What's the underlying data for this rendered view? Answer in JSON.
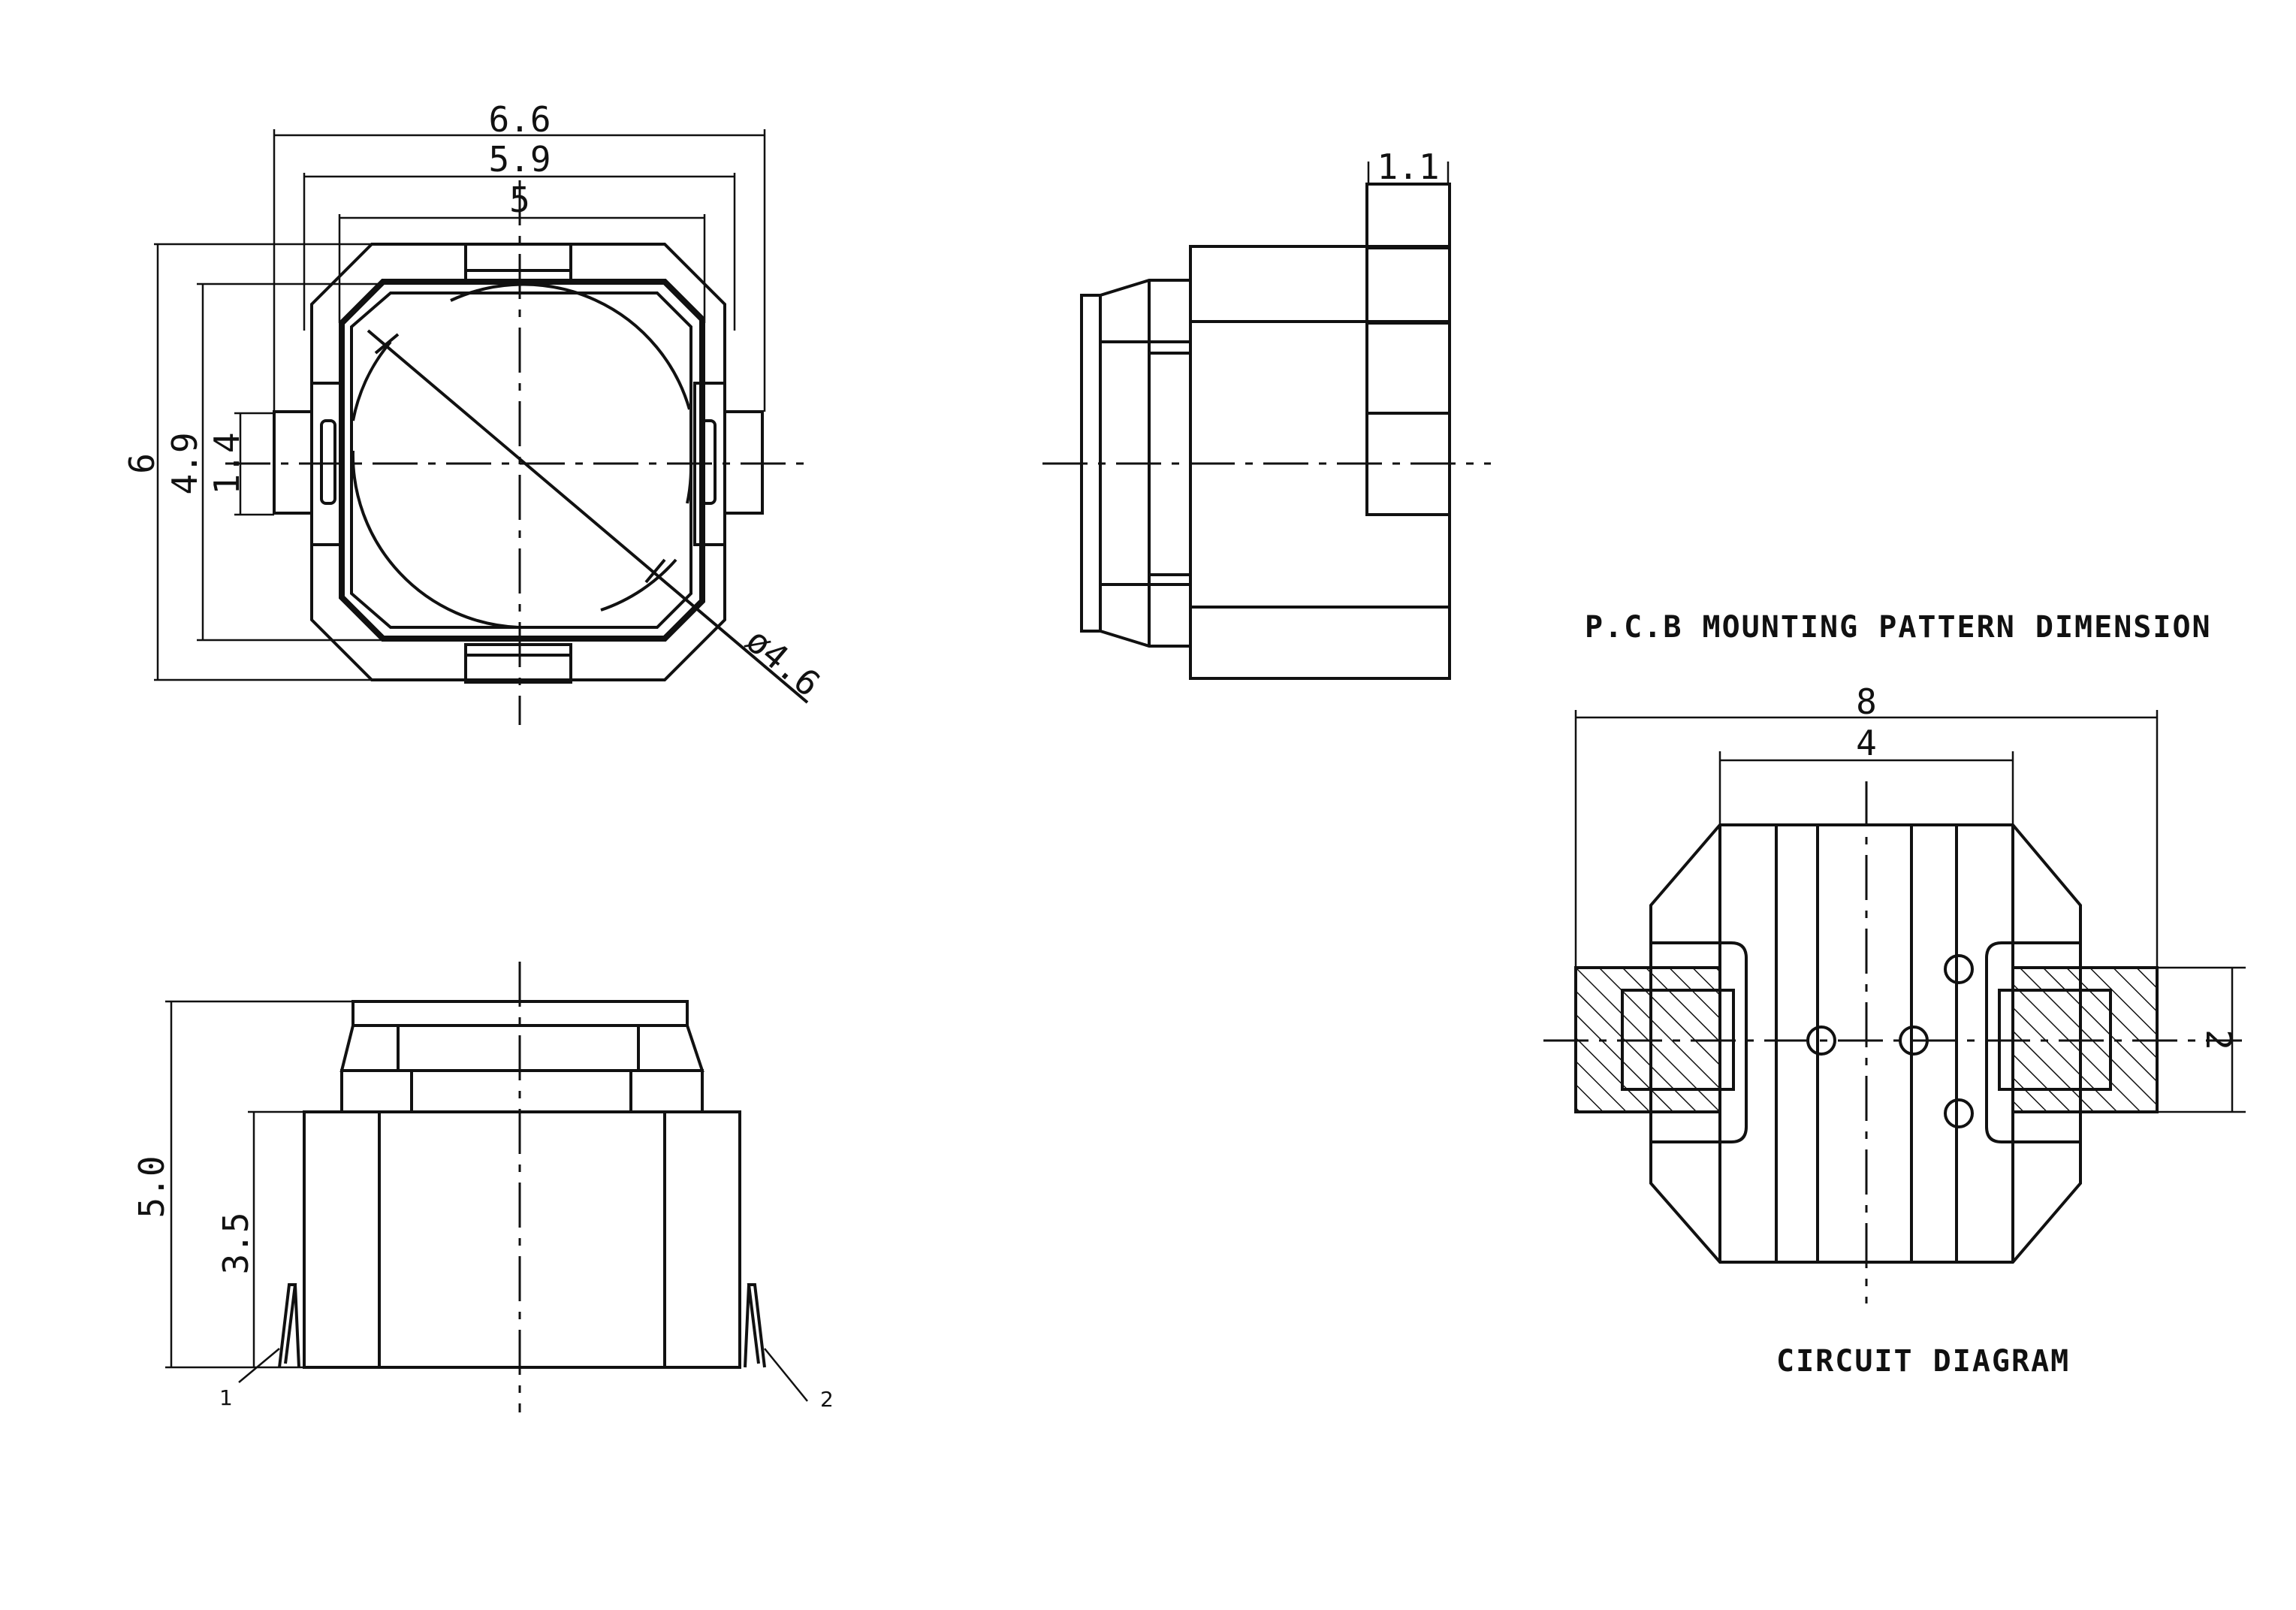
{
  "top_view": {
    "dim_overall_width": "6.6",
    "dim_body_width": "5.9",
    "dim_cap_width": "5",
    "dim_overall_height": "6",
    "dim_body_height": "4.9",
    "dim_tab_height": "1.4",
    "dim_diameter": "ø4.6"
  },
  "side_view": {
    "dim_tab_depth": "1.1"
  },
  "front_view": {
    "dim_total_height": "5.0",
    "dim_body_height": "3.5",
    "pin_1": "1",
    "pin_2": "2"
  },
  "pcb": {
    "title": "P.C.B MOUNTING PATTERN DIMENSION",
    "dim_width": "8",
    "dim_inner": "4",
    "dim_pad": "2",
    "circuit_label": "CIRCUIT DIAGRAM"
  }
}
